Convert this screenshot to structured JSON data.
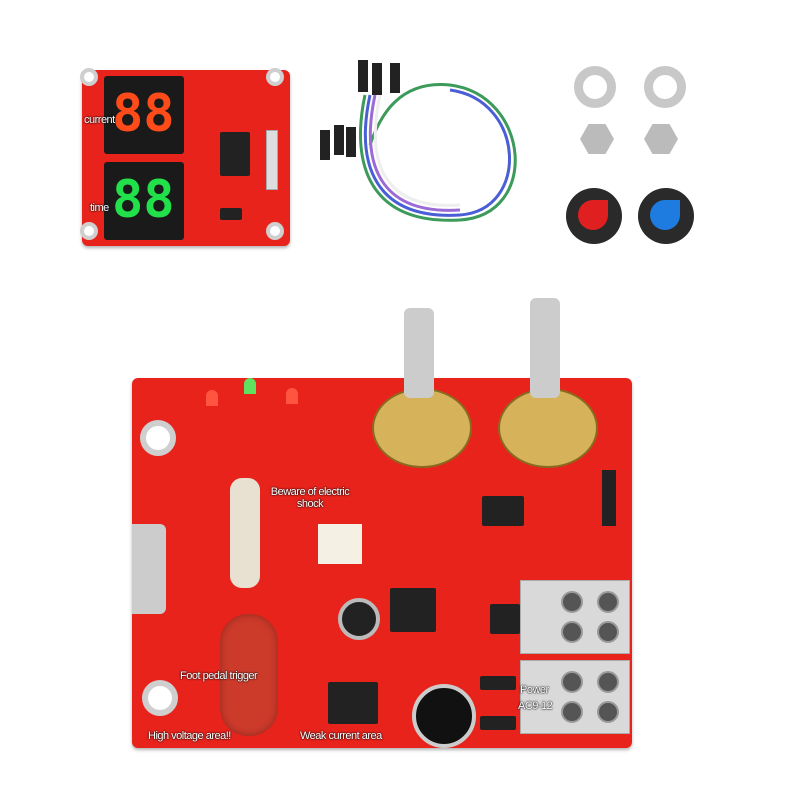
{
  "display_board": {
    "labels": {
      "current": "current",
      "time": "time"
    },
    "current_digits": "88",
    "time_digits": "88",
    "current_color": "#ff4a1a",
    "time_color": "#22e04a"
  },
  "main_board": {
    "labels": {
      "beware": "Beware of electric shock",
      "foot_pedal": "Foot pedal trigger",
      "high_voltage": "High voltage area!!",
      "weak_current": "Weak current area",
      "power": "Power",
      "power_spec": "AC9-12"
    },
    "pcb_color": "#e8231c"
  },
  "accessories": {
    "knob_colors": [
      "#e02020",
      "#1e7be0"
    ]
  }
}
